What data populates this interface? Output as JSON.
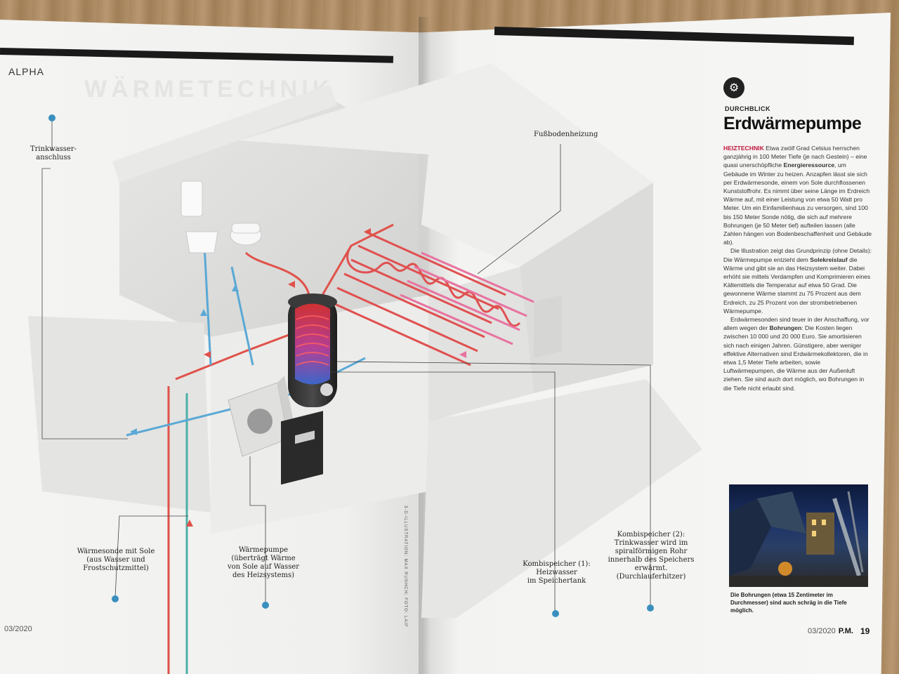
{
  "section": "ALPHA",
  "ghost_title": "WÄRMETECHNIK",
  "callouts": {
    "trinkwasser": "Trinkwasser-\nanschluss",
    "fussboden": "Fußbodenheizung",
    "waermesonde": "Wärmesonde mit Sole\n(aus Wasser und\nFrostschutzmittel)",
    "waermepumpe": "Wärmepumpe\n(überträgt Wärme\nvon Sole auf Wasser\ndes Heizsystems)",
    "kombi1": "Kombispeicher (1):\nHeizwasser\nim Speichertank",
    "kombi2": "Kombispeicher (2):\nTrinkwasser wird im\nspiralförmigen Rohr\ninnerhalb des Speichers\nerwärmt.\n(Durchlauferhitzer)"
  },
  "credit": "3-D-ILLUSTRATION: MAX RUSHCH; FOTO: LAIF",
  "folio_left": "03/2020",
  "folio_right_date": "03/2020",
  "folio_right_brand": "P.M.",
  "page_number": "19",
  "article": {
    "kicker": "DURCHBLICK",
    "headline": "Erdwärmepumpe",
    "lead": "HEIZTECHNIK",
    "p1_a": " Etwa zwölf Grad Celsius herrschen ganzjährig in 100 Meter Tiefe (je nach Gestein) – eine quasi unerschöpfliche ",
    "p1_bold": "Energieressource",
    "p1_b": ", um Gebäude im Winter zu heizen. Anzapfen lässt sie sich per Erdwärmesonde, einem von Sole durchflossenen Kunststoffrohr. Es nimmt über seine Länge im Erdreich Wärme auf, mit einer Leistung von etwa 50 Watt pro Meter. Um ein Einfamilienhaus zu versorgen, sind 100 bis 150 Meter Sonde nötig, die sich auf mehrere Bohrungen (je 50 Meter tief) aufteilen lassen (alle Zahlen hängen von Bodenbeschaffenheit und Gebäude ab).",
    "p2_a": "Die Illustration zeigt das Grundprinzip (ohne Details): Die Wärmepumpe entzieht dem ",
    "p2_bold": "Solekreislauf",
    "p2_b": " die Wärme und gibt sie an das Heizsystem weiter. Dabei erhöht sie mittels Verdampfen und Komprimieren eines Kältemittels die Temperatur auf etwa 50 Grad. Die gewonnene Wärme stammt zu 75 Prozent aus dem Erdreich, zu 25 Prozent von der strombetriebenen Wärmepumpe.",
    "p3_a": "Erdwärmesonden sind teuer in der Anschaffung, vor allem wegen der ",
    "p3_bold": "Bohrungen",
    "p3_b": ": Die Kosten liegen zwischen 10 000 und 20 000 Euro. Sie amortisieren sich nach einigen Jahren. Günstigere, aber weniger effektive Alternativen sind Erdwärmekollektoren, die in etwa 1,5 Meter Tiefe arbeiten, sowie Luftwärmepumpen, die Wärme aus der Außenluft ziehen. Sie sind auch dort möglich, wo Bohrungen in die Tiefe nicht erlaubt sind.",
    "caption": "Die Bohrungen (etwa 15 Zentimeter im Durchmesser) sind auch schräg in die Tiefe möglich."
  },
  "colors": {
    "accent": "#c0143c",
    "warm_pipe": "#e0524a",
    "cold_pipe": "#5aa9d6",
    "dot": "#3a8fbf"
  }
}
